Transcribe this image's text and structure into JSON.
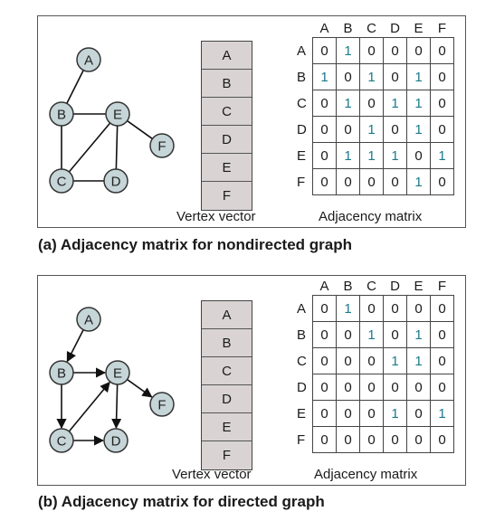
{
  "vertices": [
    "A",
    "B",
    "C",
    "D",
    "E",
    "F"
  ],
  "panels": [
    {
      "caption": "(a) Adjacency matrix for nondirected graph",
      "vertex_vector_label": "Vertex vector",
      "matrix_label": "Adjacency matrix",
      "directed": false,
      "edges": [
        [
          "A",
          "B"
        ],
        [
          "B",
          "E"
        ],
        [
          "B",
          "C"
        ],
        [
          "C",
          "E"
        ],
        [
          "C",
          "D"
        ],
        [
          "D",
          "E"
        ],
        [
          "E",
          "F"
        ]
      ],
      "matrix": [
        [
          "0",
          "1",
          "0",
          "0",
          "0",
          "0"
        ],
        [
          "1",
          "0",
          "1",
          "0",
          "1",
          "0"
        ],
        [
          "0",
          "1",
          "0",
          "1",
          "1",
          "0"
        ],
        [
          "0",
          "0",
          "1",
          "0",
          "1",
          "0"
        ],
        [
          "0",
          "1",
          "1",
          "1",
          "0",
          "1"
        ],
        [
          "0",
          "0",
          "0",
          "0",
          "1",
          "0"
        ]
      ]
    },
    {
      "caption": "(b) Adjacency matrix for directed graph",
      "vertex_vector_label": "Vertex vector",
      "matrix_label": "Adjacency matrix",
      "directed": true,
      "edges": [
        [
          "A",
          "B"
        ],
        [
          "B",
          "E"
        ],
        [
          "B",
          "C"
        ],
        [
          "C",
          "E"
        ],
        [
          "C",
          "D"
        ],
        [
          "E",
          "D"
        ],
        [
          "E",
          "F"
        ]
      ],
      "matrix": [
        [
          "0",
          "1",
          "0",
          "0",
          "0",
          "0"
        ],
        [
          "0",
          "0",
          "1",
          "0",
          "1",
          "0"
        ],
        [
          "0",
          "0",
          "0",
          "1",
          "1",
          "0"
        ],
        [
          "0",
          "0",
          "0",
          "0",
          "0",
          "0"
        ],
        [
          "0",
          "0",
          "0",
          "1",
          "0",
          "1"
        ],
        [
          "0",
          "0",
          "0",
          "0",
          "0",
          "0"
        ]
      ]
    }
  ]
}
